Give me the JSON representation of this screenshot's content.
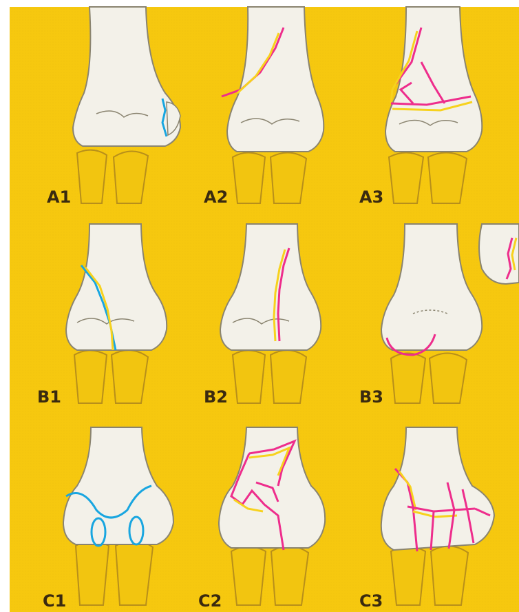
{
  "colors": {
    "background": "#f6c80f",
    "bone_fill": "#f3f1e9",
    "bone_outline": "#8a8470",
    "tibia_fill": "#f2c510",
    "tibia_stroke": "#b88f1a",
    "fracture_line": "#ee2d8c",
    "fracture_line_alt": "#19a6e0",
    "fragment_fill": "#f7d21e"
  },
  "panels": [
    {
      "label": "A1",
      "fracture_color": "blue"
    },
    {
      "label": "A2",
      "fracture_color": "magenta"
    },
    {
      "label": "A3",
      "fracture_color": "magenta"
    },
    {
      "label": "B1",
      "fracture_color": "blue"
    },
    {
      "label": "B2",
      "fracture_color": "magenta"
    },
    {
      "label": "B3",
      "fracture_color": "magenta"
    },
    {
      "label": "C1",
      "fracture_color": "blue"
    },
    {
      "label": "C2",
      "fracture_color": "magenta"
    },
    {
      "label": "C3",
      "fracture_color": "magenta"
    }
  ]
}
